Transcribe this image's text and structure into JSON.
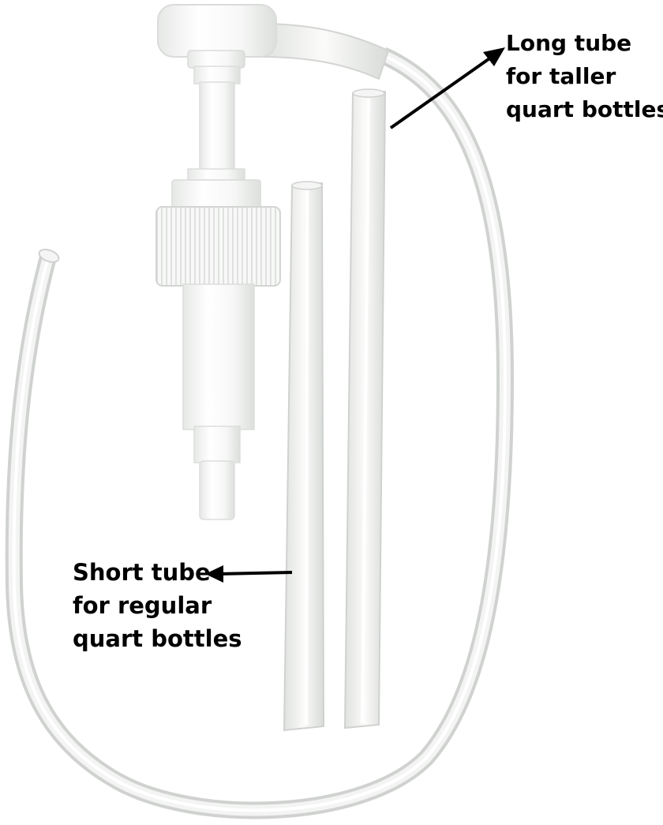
{
  "callouts": {
    "long_tube": {
      "lines": [
        "Long tube",
        "for taller",
        "quart bottles"
      ]
    },
    "short_tube": {
      "lines": [
        "Short tube",
        "for regular",
        "quart bottles"
      ]
    }
  },
  "colors": {
    "background": "#ffffff",
    "pump_plastic": "#f4f5f4",
    "tube_clear": "#e4e6e4",
    "tube_edge": "#c9ccca",
    "arrow": "#000000"
  }
}
